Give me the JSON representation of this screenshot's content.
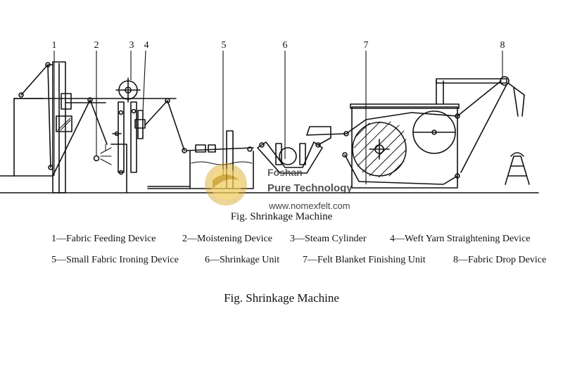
{
  "callouts": [
    "1",
    "2",
    "3",
    "4",
    "5",
    "6",
    "7",
    "8"
  ],
  "figure_caption_inline": "Fig.  Shrinkage Machine",
  "watermark": {
    "company_line1": "Foshan",
    "company_line2": "Pure Technology",
    "url": "www.nomexfelt.com",
    "gold": "#d9a520"
  },
  "legend": {
    "row1": [
      "1—Fabric Feeding Device",
      "2—Moistening Device",
      "3—Steam Cylinder",
      "4—Weft Yarn Straightening Device"
    ],
    "row2": [
      "5—Small Fabric Ironing Device",
      "6—Shrinkage Unit",
      "7—Felt Blanket Finishing Unit",
      "8—Fabric Drop Device"
    ]
  },
  "caption": "Fig.  Shrinkage Machine"
}
